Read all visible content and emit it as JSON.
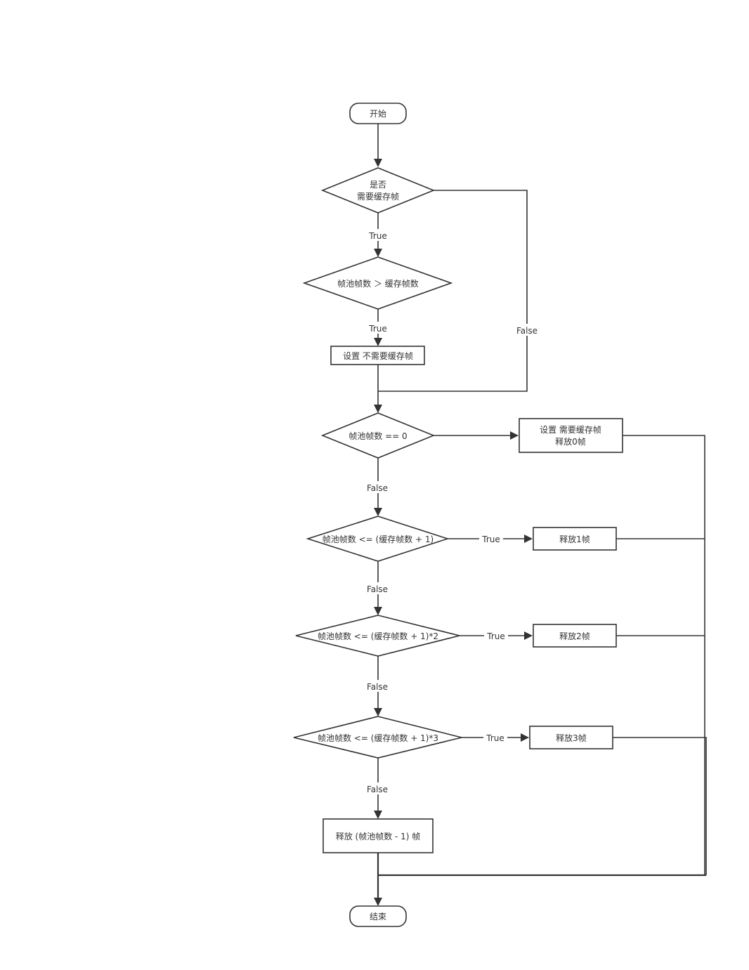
{
  "nodes": {
    "start": "开始",
    "need_cache_q1": "是否",
    "need_cache_q2": "需要缓存帧",
    "pool_gt_cache": "帧池帧数 ＞ 缓存帧数",
    "set_no_cache": "设置 不需要缓存帧",
    "pool_eq_zero": "帧池帧数 == 0",
    "set_cache_release0_l1": "设置 需要缓存帧",
    "set_cache_release0_l2": "释放0帧",
    "cond_le_1": "帧池帧数 <= (缓存帧数 + 1)",
    "release_1": "释放1帧",
    "cond_le_2": "帧池帧数 <=  (缓存帧数 + 1)*2",
    "release_2": "释放2帧",
    "cond_le_3": "帧池帧数 <=  (缓存帧数 + 1)*3",
    "release_3": "释放3帧",
    "release_rest": "释放 (帧池帧数 - 1) 帧",
    "end": "结束"
  },
  "edge_labels": {
    "q1_true": "True",
    "q1_false": "False",
    "q2_true": "True",
    "zero_false": "False",
    "le1_true": "True",
    "le1_false": "False",
    "le2_true": "True",
    "le2_false": "False",
    "le3_true": "True",
    "le3_false": "False"
  }
}
